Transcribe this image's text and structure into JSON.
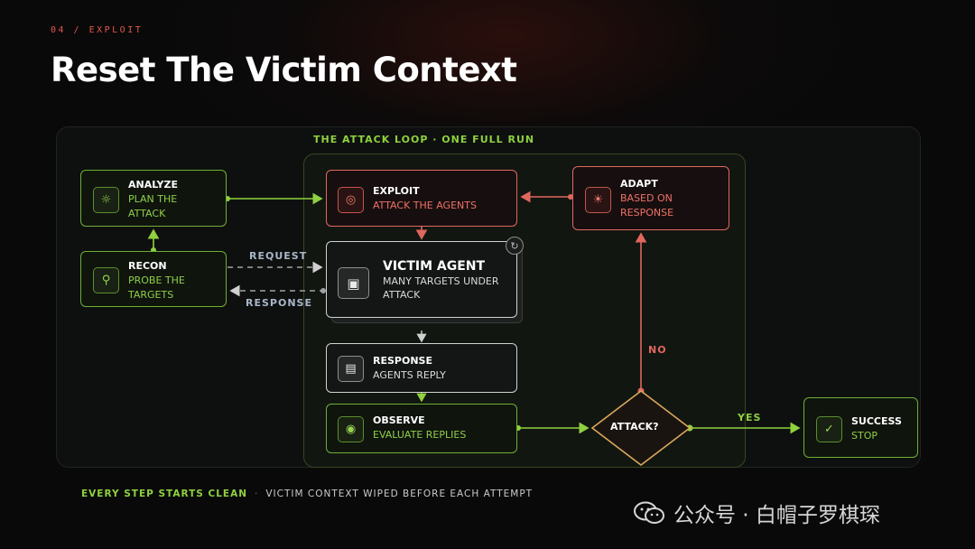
{
  "header": {
    "eyebrow": "04 / EXPLOIT",
    "title": "Reset The Victim Context"
  },
  "loop_label": "THE ATTACK LOOP · ONE FULL RUN",
  "nodes": {
    "analyze": {
      "title": "ANALYZE",
      "line1": "PLAN THE",
      "line2": "ATTACK",
      "icon": "lightbulb-icon"
    },
    "recon": {
      "title": "RECON",
      "line1": "PROBE THE",
      "line2": "TARGETS",
      "icon": "search-icon"
    },
    "exploit": {
      "title": "EXPLOIT",
      "line1": "ATTACK THE AGENTS",
      "icon": "target-icon"
    },
    "adapt": {
      "title": "ADAPT",
      "line1": "BASED ON",
      "line2": "RESPONSE",
      "icon": "gear-icon"
    },
    "victim": {
      "title": "VICTIM AGENT",
      "line1": "MANY TARGETS UNDER",
      "line2": "ATTACK",
      "icon": "robot-icon"
    },
    "response": {
      "title": "RESPONSE",
      "line1": "AGENTS REPLY",
      "icon": "message-icon"
    },
    "observe": {
      "title": "OBSERVE",
      "line1": "EVALUATE REPLIES",
      "icon": "eye-icon"
    },
    "decision": {
      "label": "ATTACK?"
    },
    "success": {
      "title": "SUCCESS",
      "line1": "STOP",
      "icon": "check-icon"
    }
  },
  "edges": {
    "request": "REQUEST",
    "response": "RESPONSE",
    "no": "NO",
    "yes": "YES"
  },
  "footer": {
    "lead": "EVERY STEP STARTS CLEAN",
    "sep": "·",
    "text": "VICTIM CONTEXT WIPED BEFORE EACH ATTEMPT"
  },
  "watermark": {
    "text": "公众号 · 白帽子罗棋琛",
    "icon": "wechat-icon"
  },
  "colors": {
    "green": "#8fd13f",
    "red": "#e0675e",
    "white": "#cfd3d1",
    "background": "#0c0a0a"
  }
}
